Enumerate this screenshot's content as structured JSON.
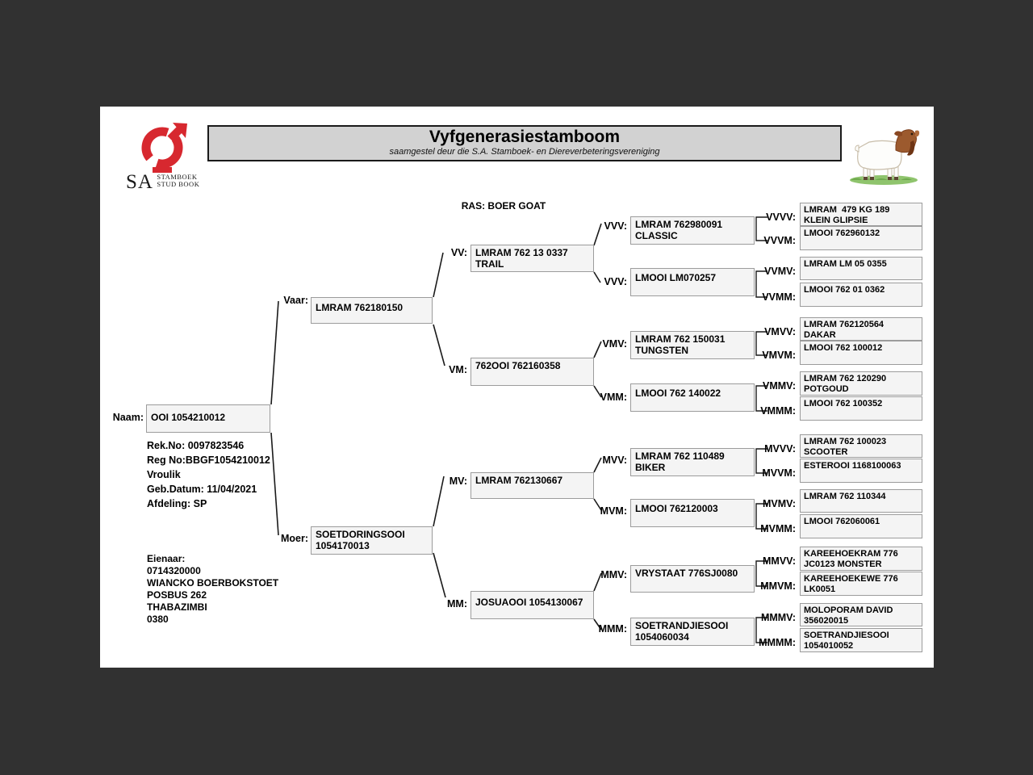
{
  "header": {
    "title": "Vyfgenerasiestamboom",
    "subtitle": "saamgestel deur die S.A. Stamboek- en Diereverbeteringsvereniging",
    "logo": {
      "sa": "SA",
      "line1": "STAMBOEK",
      "line2": "STUD BOOK"
    },
    "goat_image": "boer-goat-illustration"
  },
  "breed_label": "RAS: BOER GOAT",
  "subject": {
    "label": "Naam:",
    "name": "OOI 1054210012",
    "details": [
      "Rek.No: 0097823546",
      "Reg No:BBGF1054210012",
      "Vroulik",
      "Geb.Datum: 11/04/2021",
      "Afdeling: SP"
    ],
    "owner": [
      "Eienaar:",
      "0714320000",
      "WIANCKO BOERBOKSTOET",
      "POSBUS 262",
      "THABAZIMBI",
      "0380"
    ]
  },
  "pedigree": {
    "vaar": {
      "label": "Vaar:",
      "text": "LMRAM 762180150"
    },
    "moer": {
      "label": "Moer:",
      "text": "SOETDORINGSOOI 1054170013"
    },
    "vv": {
      "label": "VV:",
      "text": "LMRAM 762 13 0337 TRAIL"
    },
    "vm": {
      "label": "VM:",
      "text": "762OOI 762160358"
    },
    "mv": {
      "label": "MV:",
      "text": "LMRAM 762130667"
    },
    "mm": {
      "label": "MM:",
      "text": "JOSUAOOI 1054130067"
    },
    "vvv1": {
      "label": "VVV:",
      "text": "LMRAM 762980091 CLASSIC"
    },
    "vvv2": {
      "label": "VVV:",
      "text": "LMOOI LM070257"
    },
    "vmv": {
      "label": "VMV:",
      "text": "LMRAM 762 150031 TUNGSTEN"
    },
    "vmm": {
      "label": "VMM:",
      "text": "LMOOI 762 140022"
    },
    "mvv": {
      "label": "MVV:",
      "text": "LMRAM 762 110489 BIKER"
    },
    "mvm": {
      "label": "MVM:",
      "text": "LMOOI 762120003"
    },
    "mmv": {
      "label": "MMV:",
      "text": "VRYSTAAT 776SJ0080"
    },
    "mmm": {
      "label": "MMM:",
      "text": "SOETRANDJIESOOI 1054060034"
    },
    "vvvv": {
      "label": "VVVV:",
      "text": "LMRAM  479 KG 189 KLEIN GLIPSIE"
    },
    "vvvm": {
      "label": "VVVM:",
      "text": "LMOOI 762960132"
    },
    "vvmv": {
      "label": "VVMV:",
      "text": "LMRAM LM 05 0355"
    },
    "vvmm": {
      "label": "VVMM:",
      "text": "LMOOI 762 01 0362"
    },
    "vmvv": {
      "label": "VMVV:",
      "text": "LMRAM 762120564  DAKAR"
    },
    "vmvm": {
      "label": "VMVM:",
      "text": "LMOOI 762 100012"
    },
    "vmmv": {
      "label": "VMMV:",
      "text": "LMRAM 762 120290 POTGOUD"
    },
    "vmmm": {
      "label": "VMMM:",
      "text": "LMOOI 762 100352"
    },
    "mvvv": {
      "label": "MVVV:",
      "text": "LMRAM 762 100023 SCOOTER"
    },
    "mvvm": {
      "label": "MVVM:",
      "text": "ESTEROOI 1168100063"
    },
    "mvmv": {
      "label": "MVMV:",
      "text": "LMRAM 762 110344"
    },
    "mvmm": {
      "label": "MVMM:",
      "text": "LMOOI 762060061"
    },
    "mmvv": {
      "label": "MMVV:",
      "text": "KAREEHOEKRAM 776 JC0123 MONSTER"
    },
    "mmvm": {
      "label": "MMVM:",
      "text": "KAREEHOEKEWE 776 LK0051"
    },
    "mmmv": {
      "label": "MMMV:",
      "text": "MOLOPORAM DAVID 356020015"
    },
    "mmmm": {
      "label": "MMMM:",
      "text": "SOETRANDJIESOOI 1054010052"
    }
  },
  "colors": {
    "canvas_bg": "#313131",
    "page_bg": "#ffffff",
    "title_bar_bg": "#d2d2d2",
    "box_bg": "#f4f4f4",
    "box_border": "#9c9c9c",
    "logo_red": "#d7282f",
    "line_color": "#1a1a1a"
  }
}
